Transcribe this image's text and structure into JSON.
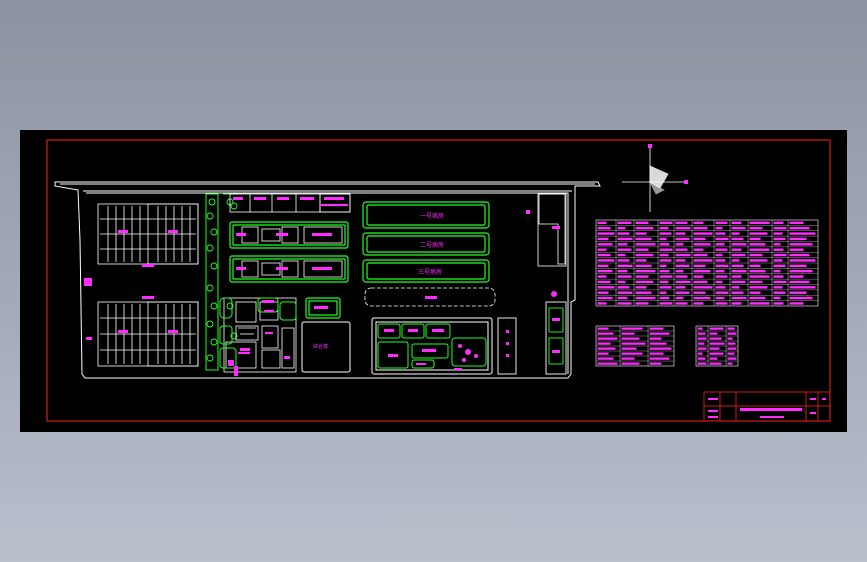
{
  "colors": {
    "background": "#000000",
    "frame": "#ff2020",
    "wall": "#ffffff",
    "landscape": "#22ff22",
    "label": "#ff2bff",
    "desktop_top": "#8b93a2",
    "desktop_bottom": "#b9bfcb"
  },
  "icons": [
    "north-compass-icon",
    "tree-icon"
  ],
  "labels": {
    "ward_1": "一号病房",
    "ward_2": "二号病房",
    "ward_3": "三号病房",
    "big_room": "综合楼"
  }
}
